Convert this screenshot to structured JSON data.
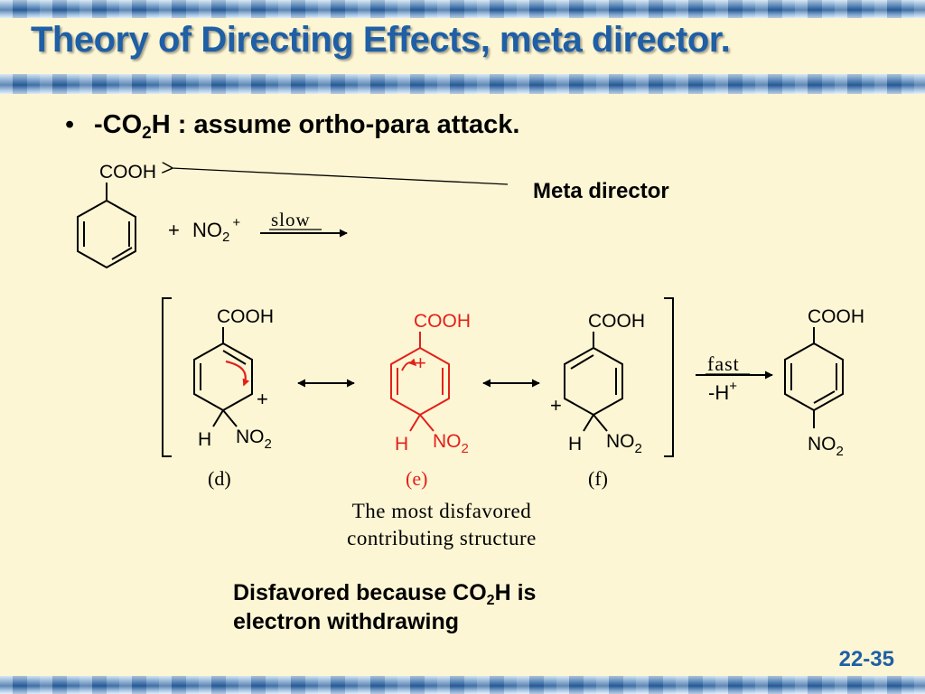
{
  "slide": {
    "title": "Theory of Directing Effects, meta director.",
    "bullet": {
      "marker": "•",
      "prefix": "-CO",
      "sub": "2",
      "suffix": "H : assume ortho-para attack."
    },
    "page_number": "22-35"
  },
  "scheme": {
    "reactant": {
      "group": "COOH"
    },
    "meta_director_label": "Meta director",
    "plus": "+",
    "reagent": {
      "base": "NO",
      "sub": "2",
      "charge": "+"
    },
    "slow_label": "slow",
    "structures": [
      {
        "id": "d",
        "label": "(d)",
        "top": "COOH",
        "h": "H",
        "no2_base": "NO",
        "no2_sub": "2",
        "charge": "+"
      },
      {
        "id": "e",
        "label": "(e)",
        "top": "COOH",
        "h": "H",
        "no2_base": "NO",
        "no2_sub": "2",
        "charge": "+"
      },
      {
        "id": "f",
        "label": "(f)",
        "top": "COOH",
        "h": "H",
        "no2_base": "NO",
        "no2_sub": "2",
        "charge": "+"
      }
    ],
    "caption_line1": "The most disfavored",
    "caption_line2": "contributing structure",
    "fast_label": "fast",
    "loss": {
      "base": "-H",
      "charge": "+"
    },
    "product": {
      "top": "COOH",
      "no2_base": "NO",
      "no2_sub": "2"
    }
  },
  "note": {
    "line1_prefix": "Disfavored because CO",
    "line1_sub": "2",
    "line1_suffix": "H is",
    "line2": "electron withdrawing"
  },
  "colors": {
    "title": "#1f5fa5",
    "highlight": "#e3201b",
    "background": "#fdf6d4",
    "text": "#000000"
  }
}
